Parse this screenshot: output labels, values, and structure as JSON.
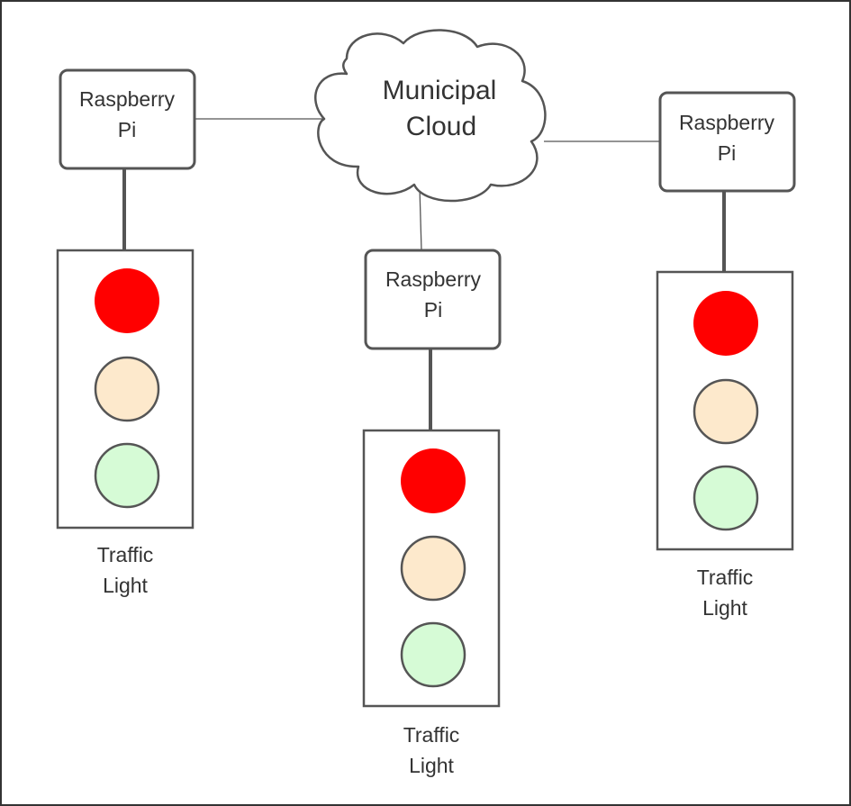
{
  "cloud": {
    "line1": "Municipal",
    "line2": "Cloud"
  },
  "nodes": [
    {
      "pi": {
        "line1": "Raspberry",
        "line2": "Pi"
      },
      "traffic_light": {
        "label_line1": "Traffic",
        "label_line2": "Light",
        "lamps": [
          {
            "state": "on",
            "color": "#ff0000"
          },
          {
            "state": "off",
            "color": "#fde9cc"
          },
          {
            "state": "off",
            "color": "#d6fbd6"
          }
        ]
      }
    },
    {
      "pi": {
        "line1": "Raspberry",
        "line2": "Pi"
      },
      "traffic_light": {
        "label_line1": "Traffic",
        "label_line2": "Light",
        "lamps": [
          {
            "state": "on",
            "color": "#ff0000"
          },
          {
            "state": "off",
            "color": "#fde9cc"
          },
          {
            "state": "off",
            "color": "#d6fbd6"
          }
        ]
      }
    },
    {
      "pi": {
        "line1": "Raspberry",
        "line2": "Pi"
      },
      "traffic_light": {
        "label_line1": "Traffic",
        "label_line2": "Light",
        "lamps": [
          {
            "state": "on",
            "color": "#ff0000"
          },
          {
            "state": "off",
            "color": "#fde9cc"
          },
          {
            "state": "off",
            "color": "#d6fbd6"
          }
        ]
      }
    }
  ],
  "colors": {
    "stroke": "#555555",
    "text": "#333333"
  }
}
